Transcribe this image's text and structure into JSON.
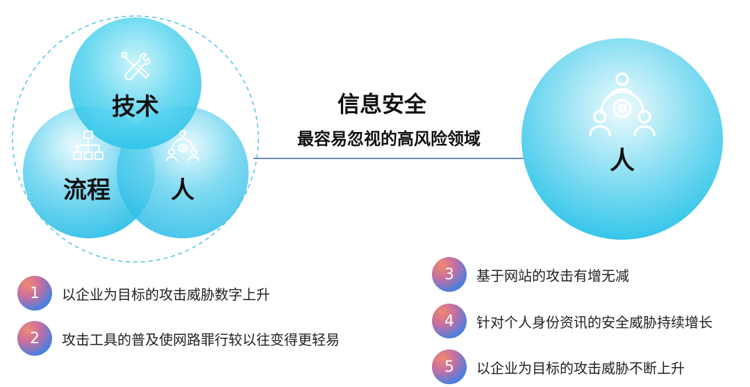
{
  "venn": {
    "circles": [
      {
        "id": "tech",
        "label": "技术",
        "icon": "tools-icon"
      },
      {
        "id": "process",
        "label": "流程",
        "icon": "org-chart-icon"
      },
      {
        "id": "people",
        "label": "人",
        "icon": "people-gear-icon"
      }
    ]
  },
  "center": {
    "title": "信息安全",
    "subtitle": "最容易忽视的高风险领域"
  },
  "focus": {
    "label": "人",
    "icon": "people-gear-icon"
  },
  "points": [
    {
      "num": "1",
      "text": "以企业为目标的攻击威胁数字上升"
    },
    {
      "num": "2",
      "text": "攻击工具的普及使网路罪行较以往变得更轻易"
    },
    {
      "num": "3",
      "text": "基于网站的攻击有增无减"
    },
    {
      "num": "4",
      "text": "针对个人身份资讯的安全威胁持续增长"
    },
    {
      "num": "5",
      "text": "以企业为目标的攻击威胁不断上升"
    }
  ],
  "colors": {
    "circle_light": "#8fe3f3",
    "circle_dark": "#2cc7ea",
    "dashed": "#4cc3e6",
    "line": "#3a5db8",
    "badge": "#3d73dc"
  }
}
